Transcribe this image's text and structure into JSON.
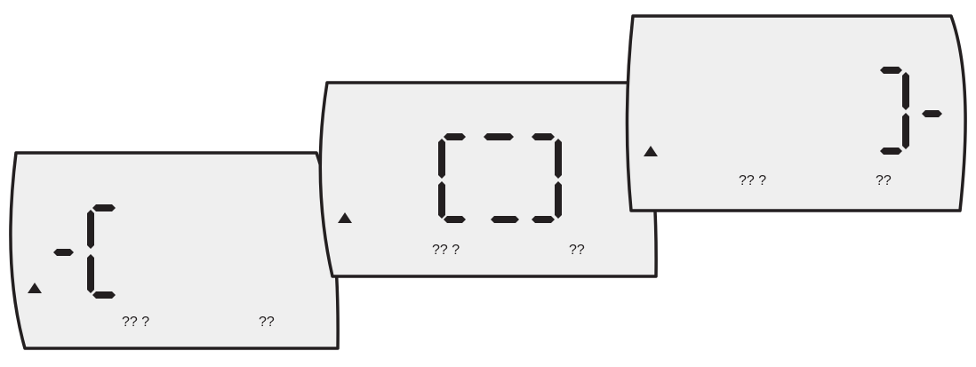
{
  "screens": [
    {
      "id": "left",
      "mode_left_text": "?? ?",
      "mode_right_text": "??",
      "indicator_icon": "triangle-up-icon"
    },
    {
      "id": "middle",
      "mode_left_text": "?? ?",
      "mode_right_text": "??",
      "indicator_icon": "triangle-up-icon"
    },
    {
      "id": "right",
      "mode_left_text": "?? ?",
      "mode_right_text": "??",
      "indicator_icon": "triangle-up-icon"
    }
  ],
  "colors": {
    "screen_fill": "#efefef",
    "ink": "#231f20"
  }
}
